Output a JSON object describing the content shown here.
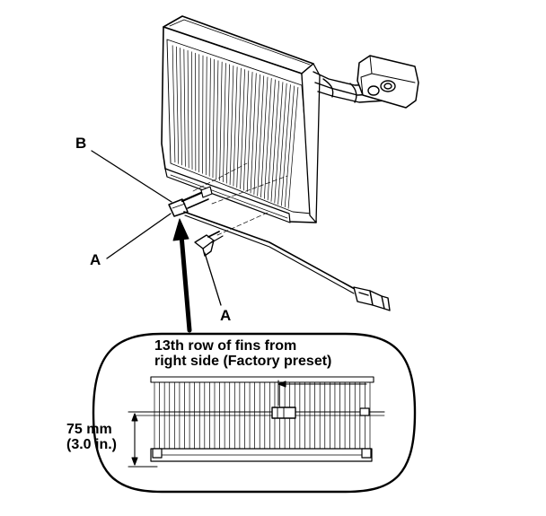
{
  "labels": {
    "b": "B",
    "a_upper": "A",
    "a_lower": "A"
  },
  "inset": {
    "note_line1": "13th row of fins from",
    "note_line2": "right side (Factory preset)",
    "dimension_line1": "75 mm",
    "dimension_line2": "(3.0 in.)"
  },
  "inset_fin_count": 44,
  "evaporator_fin_count": 34,
  "icons": {
    "evaporator": "evaporator-core-icon",
    "sensor": "temperature-sensor-icon",
    "connector": "wire-connector-icon",
    "clip": "retaining-clip-icon"
  },
  "colors": {
    "ink": "#000000",
    "background": "#ffffff"
  }
}
